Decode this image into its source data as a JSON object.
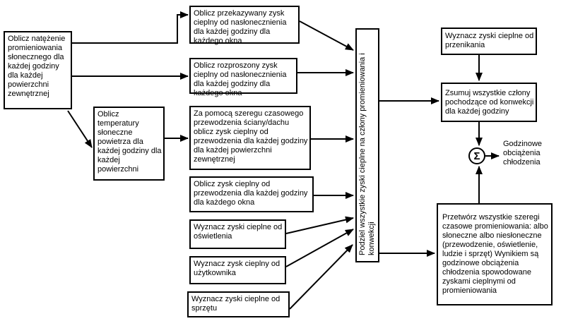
{
  "flowchart": {
    "boxes": {
      "solar_intensity": "Oblicz natężenie promieniowania słonecznego dla każdej godziny dla każdej powierzchni zewnętrznej",
      "sol_air_temp": "Oblicz temperatury słoneczne powietrza dla każdej godziny dla każdej powierzchni",
      "transmitted_solar": "Oblicz przekazywany zysk cieplny od nasłonecznienia dla każdej godziny dla każdego okna",
      "diffuse_solar": "Oblicz rozproszony zysk cieplny od nasłonecznienia dla każdej godziny dla każdego okna",
      "wall_roof_conduction": "Za pomocą szeregu czasowego przewodzenia ściany/dachu oblicz zysk cieplny od przewodzenia dla każdej godziny dla każdej powierzchni zewnętrznej",
      "window_conduction": "Oblicz zysk cieplny od przewodzenia dla każdej godziny dla każdego okna",
      "lighting": "Wyznacz zyski cieplne od oświetlenia",
      "occupants": "Wyznacz zysk cieplny od użytkownika",
      "equipment": "Wyznacz zyski cieplne od sprzętu",
      "split_radiant_convective": "Podziel wszystkie zyski cieplne na człony promieniowania i konwekcji",
      "infiltration": "Wyznacz zyski cieplne od przenikania",
      "sum_convective": "Zsumuj wszystkie człony pochodzące od konwekcji dla każdej godziny",
      "process_radiant": "Przetwórz wszystkie szeregi czasowe promieniowania: albo słoneczne albo niesłoneczne (przewodzenie, oświetlenie, ludzie i sprzęt) Wynikiem są godzinowe obciążenia chłodzenia spowodowane zyskami cieplnymi od promieniowania"
    },
    "sigma_symbol": "Σ",
    "output_label": "Godzinowe obciążenia chłodzenia",
    "colors": {
      "line": "#000000",
      "box_background": "#ffffff",
      "canvas_background": "#ffffff"
    }
  }
}
